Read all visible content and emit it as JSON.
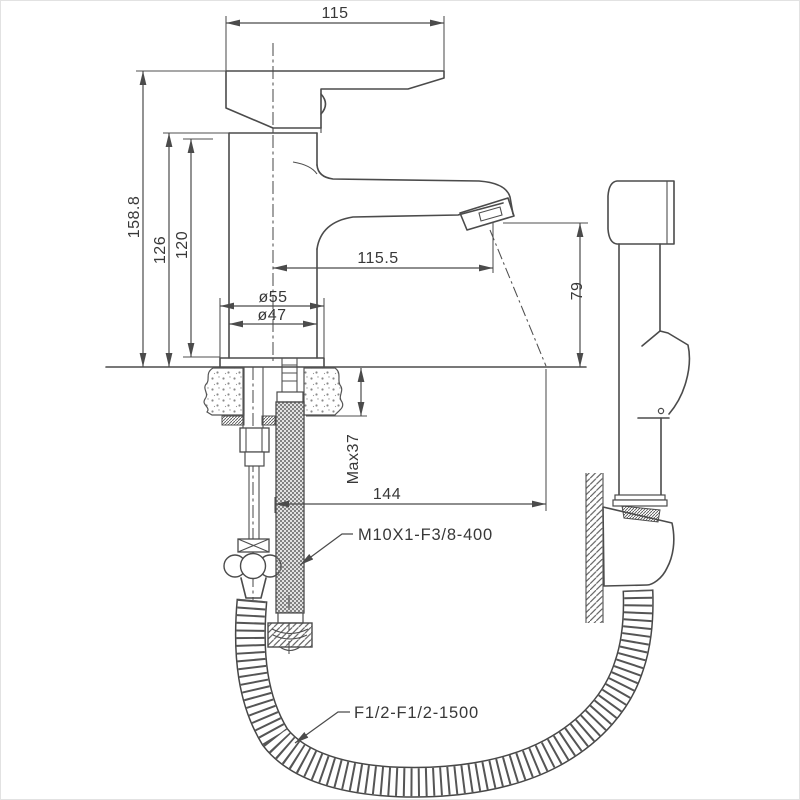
{
  "drawing": {
    "type": "faucet-with-hygienic-shower-technical-drawing",
    "dimensions": {
      "handle_length_top": "115",
      "overall_height": "158.8",
      "height_to_body_top": "126",
      "height_to_base": "120",
      "spout_reach": "115.5",
      "spout_outlet_height": "79",
      "flange_diameter": "ø55",
      "body_diameter": "ø47",
      "max_deck_thickness": "Max37",
      "stream_offset": "144"
    },
    "labels": {
      "supply_hose": "M10X1-F3/8-400",
      "shower_hose": "F1/2-F1/2-1500"
    }
  }
}
